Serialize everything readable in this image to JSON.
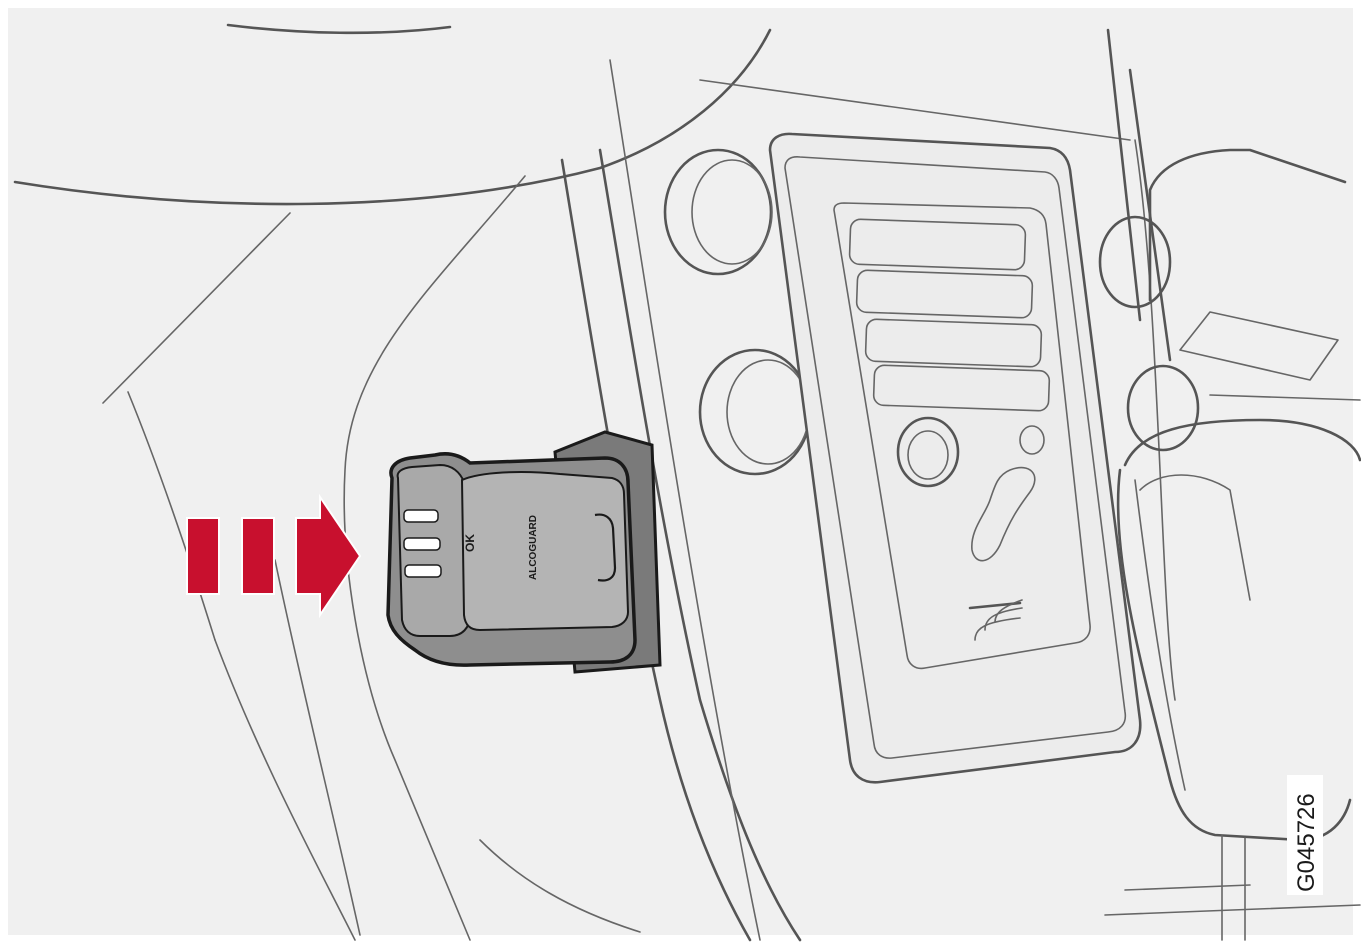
{
  "figure": {
    "code": "G045726",
    "device_label": "ALCOGUARD",
    "led_labels": [
      "OK",
      "",
      ""
    ],
    "colors": {
      "background": "#f0f0f0",
      "line": "#555555",
      "arrow": "#c8102e",
      "device_body": "#8e8e8e",
      "device_face": "#a9a9a9"
    },
    "icons": [
      "insert-direction-arrow-icon",
      "alcoguard-device-icon",
      "seat-heater-icon",
      "rear-defrost-icon"
    ]
  }
}
